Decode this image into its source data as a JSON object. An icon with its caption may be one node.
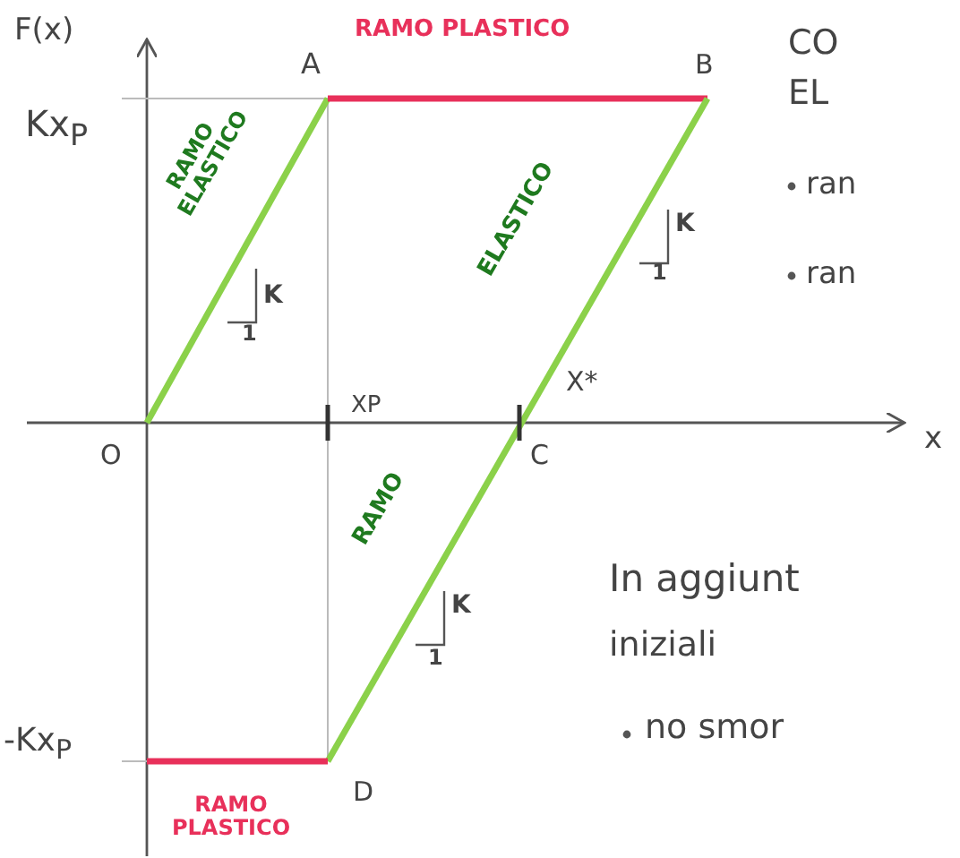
{
  "diagram": {
    "labels": [
      "F(x)",
      "A",
      "RAMO PLASTICO",
      "B",
      "Kx$_{P}$",
      "RAMO ELASTICO",
      "K",
      "1",
      "K",
      "1",
      "XP",
      "ELASTICO",
      "X*",
      "O",
      "C",
      "x",
      "RAMO",
      "K",
      "1",
      "-Kx$_{P}$",
      "D",
      "RAMO PLASTICO",
      "CO",
      "EL",
      "ran",
      "ran",
      "In aggiunt",
      "iniziali",
      "no smor"
    ]
  }
}
